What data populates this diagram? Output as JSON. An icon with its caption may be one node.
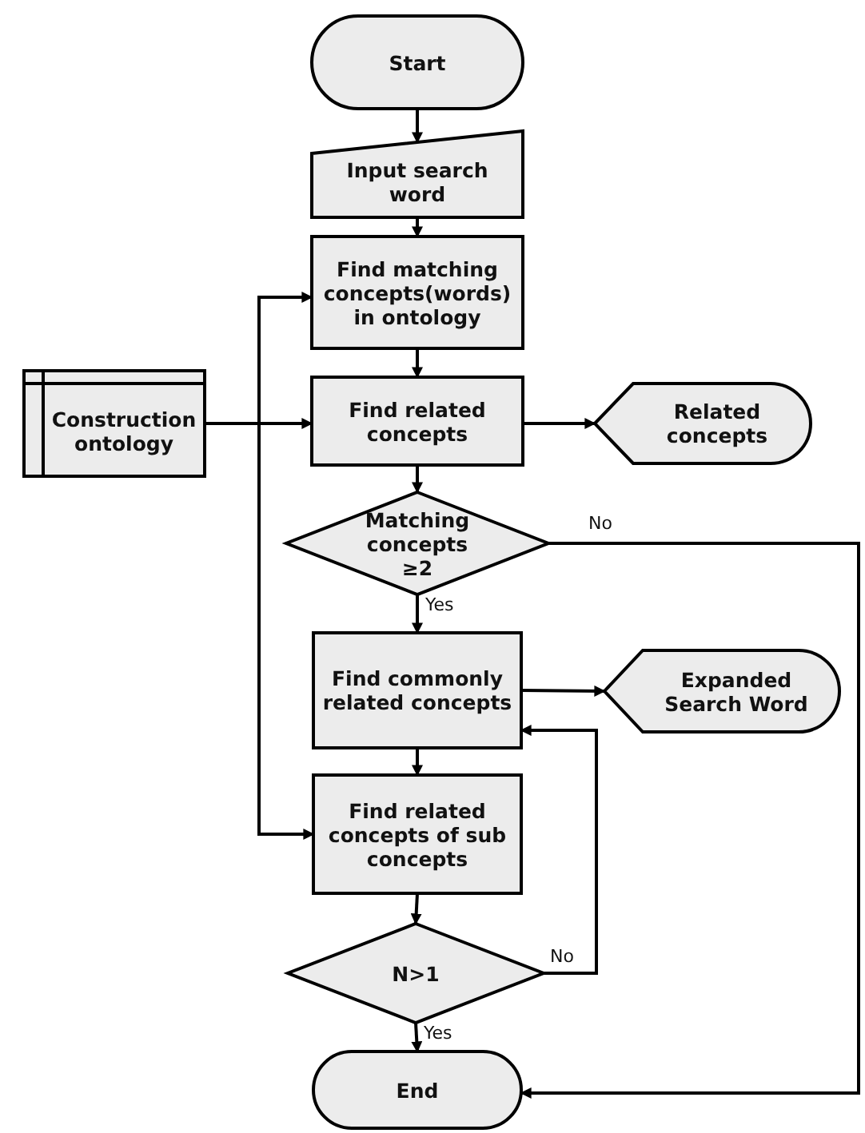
{
  "diagram": {
    "nodes": [
      {
        "text": [
          "Start"
        ]
      },
      {
        "text": [
          "Input search word"
        ]
      },
      {
        "text": [
          "Find matching concepts(words) in ontology"
        ]
      },
      {
        "text": [
          "Construction ontology"
        ]
      },
      {
        "text": [
          "Find related concepts"
        ]
      },
      {
        "text": [
          "Related concepts"
        ]
      },
      {
        "text": [
          "Matching concepts ≥2"
        ]
      },
      {
        "text": [
          "Find commonly related concepts"
        ]
      },
      {
        "text": [
          "Expanded Search Word"
        ]
      },
      {
        "text": [
          "Find related concepts of sub concepts"
        ]
      },
      {
        "text": [
          "N>1"
        ]
      },
      {
        "text": [
          "End"
        ]
      }
    ],
    "edges": [
      {
        "from": 0,
        "to": 1,
        "arrow": "to"
      },
      {
        "from": 1,
        "to": 2,
        "arrow": "to"
      },
      {
        "from": 2,
        "to": 4,
        "arrow": "to"
      },
      {
        "from": 3,
        "to": 4,
        "arrow": "to"
      },
      {
        "from": 3,
        "to": 2,
        "arrow": "to"
      },
      {
        "from": 3,
        "to": 9,
        "arrow": "to"
      },
      {
        "from": 4,
        "to": 5,
        "arrow": "to"
      },
      {
        "from": 4,
        "to": 6,
        "arrow": "to"
      },
      {
        "from": 6,
        "to": 7,
        "arrow": "to",
        "label": "Yes"
      },
      {
        "from": 7,
        "to": 8,
        "arrow": "to"
      },
      {
        "from": 7,
        "to": 9,
        "arrow": "to"
      },
      {
        "from": 9,
        "to": 10,
        "arrow": "to"
      },
      {
        "from": 10,
        "to": 7,
        "arrow": "to",
        "label": "No"
      },
      {
        "from": 10,
        "to": 11,
        "arrow": "to",
        "label": "Yes"
      },
      {
        "from": 6,
        "to": 11,
        "arrow": "to",
        "label": "No"
      }
    ]
  }
}
